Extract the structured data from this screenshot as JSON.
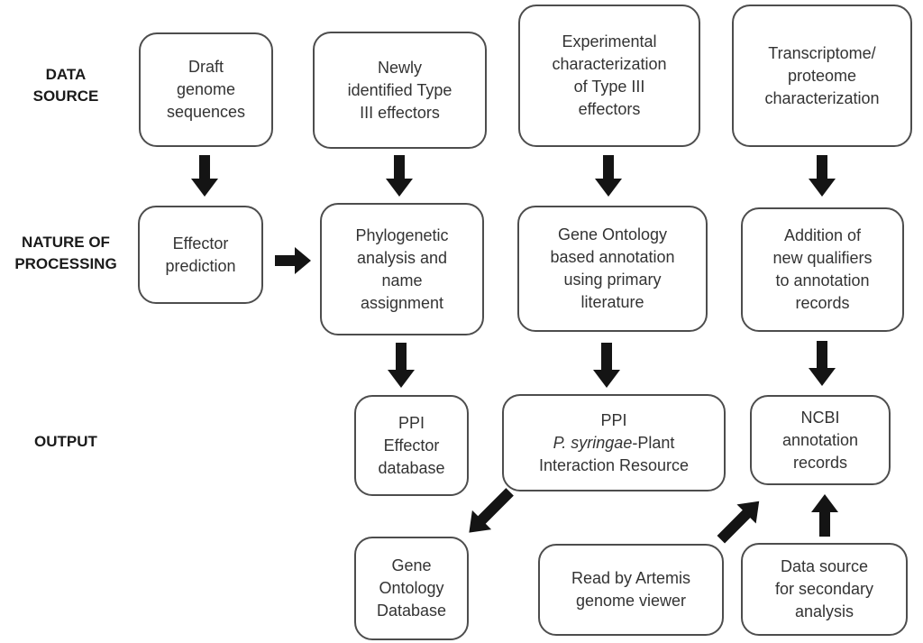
{
  "labels": {
    "data_source": "DATA\nSOURCE",
    "nature_of_processing": "NATURE OF\nPROCESSING",
    "output": "OUTPUT"
  },
  "boxes": {
    "draft_genome_sequences": "Draft\ngenome\nsequences",
    "newly_identified_effectors": "Newly\nidentified Type\nIII effectors",
    "experimental_characterization": "Experimental\ncharacterization\nof Type III\neffectors",
    "transcriptome_proteome": "Transcriptome/\nproteome\ncharacterization",
    "effector_prediction": "Effector\nprediction",
    "phylogenetic_analysis": "Phylogenetic\nanalysis and\nname\nassignment",
    "go_based_annotation": "Gene Ontology\nbased annotation\nusing primary\nliterature",
    "addition_of_qualifiers": "Addition of\nnew qualifiers\nto annotation\nrecords",
    "ppi_effector_database": "PPI\nEffector\ndatabase",
    "ppi_interaction_resource": {
      "line1": "PPI",
      "line2_italic": "P. syringae",
      "line2_rest": "-Plant",
      "line3": "Interaction Resource"
    },
    "ncbi_annotation_records": "NCBI\nannotation\nrecords",
    "gene_ontology_database": "Gene\nOntology\nDatabase",
    "read_by_artemis": "Read by Artemis\ngenome viewer",
    "data_source_secondary": "Data source\nfor secondary\nanalysis"
  },
  "colors": {
    "background": "#ffffff",
    "box_border": "#4d4d4d",
    "box_text": "#333333",
    "label_text": "#1a1a1a",
    "arrow": "#141414"
  }
}
